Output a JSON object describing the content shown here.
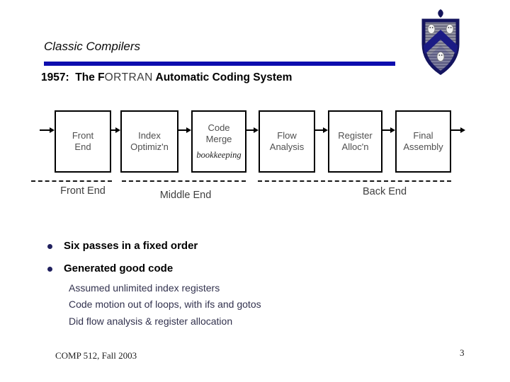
{
  "header": {
    "title": "Classic Compilers",
    "subtitle_part1": "1957:  The F",
    "subtitle_part2": "ORTRAN",
    "subtitle_part3": " Automatic Coding System"
  },
  "logo": {
    "icon": "rice-university-crest-icon"
  },
  "colors": {
    "accent_bar": "#0d0dae",
    "crest_navy": "#15155c",
    "crest_field_gray": "#9595a5",
    "bullet_dot": "#20205e"
  },
  "diagram": {
    "stages": [
      {
        "label": "Front\nEnd"
      },
      {
        "label": "Index\nOptimiz'n"
      },
      {
        "label": "Code\nMerge",
        "note": "bookkeeping"
      },
      {
        "label": "Flow\nAnalysis"
      },
      {
        "label": "Register\nAlloc'n"
      },
      {
        "label": "Final\nAssembly"
      }
    ],
    "regions": [
      {
        "label": "Front End"
      },
      {
        "label": "Middle End"
      },
      {
        "label": "Back End"
      }
    ]
  },
  "bullets": [
    {
      "text": "Six passes in a fixed order"
    },
    {
      "text": "Generated good code",
      "subitems": [
        "Assumed unlimited index registers",
        "Code motion out of loops, with ifs and gotos",
        "Did flow analysis & register allocation"
      ]
    }
  ],
  "footer": {
    "course": "COMP 512, Fall 2003",
    "page_number": "3"
  }
}
